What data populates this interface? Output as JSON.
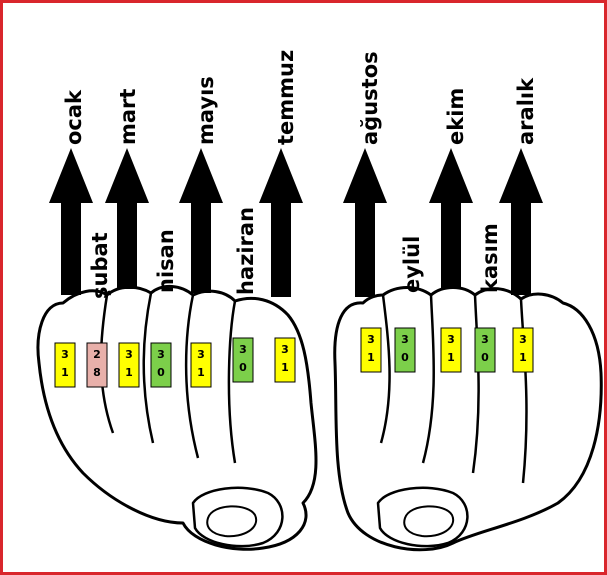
{
  "colors": {
    "border": "#d9262c",
    "days_31": "#ffff00",
    "days_30": "#7ccf4a",
    "days_28": "#e8b0aa",
    "arrow": "#000000",
    "fist_fill": "#ffffff",
    "fist_stroke": "#000000"
  },
  "months": [
    {
      "name": "ocak",
      "days_text": [
        "3",
        "1"
      ],
      "days": 31,
      "knuckle": true
    },
    {
      "name": "şubat",
      "days_text": [
        "2",
        "8"
      ],
      "days": 28,
      "knuckle": false
    },
    {
      "name": "mart",
      "days_text": [
        "3",
        "1"
      ],
      "days": 31,
      "knuckle": true
    },
    {
      "name": "nisan",
      "days_text": [
        "3",
        "0"
      ],
      "days": 30,
      "knuckle": false
    },
    {
      "name": "mayıs",
      "days_text": [
        "3",
        "1"
      ],
      "days": 31,
      "knuckle": true
    },
    {
      "name": "haziran",
      "days_text": [
        "3",
        "0"
      ],
      "days": 30,
      "knuckle": false
    },
    {
      "name": "temmuz",
      "days_text": [
        "3",
        "1"
      ],
      "days": 31,
      "knuckle": true
    },
    {
      "name": "ağustos",
      "days_text": [
        "3",
        "1"
      ],
      "days": 31,
      "knuckle": true
    },
    {
      "name": "eylül",
      "days_text": [
        "3",
        "0"
      ],
      "days": 30,
      "knuckle": false
    },
    {
      "name": "ekim",
      "days_text": [
        "3",
        "1"
      ],
      "days": 31,
      "knuckle": true
    },
    {
      "name": "kasım",
      "days_text": [
        "3",
        "0"
      ],
      "days": 30,
      "knuckle": false
    },
    {
      "name": "aralık",
      "days_text": [
        "3",
        "1"
      ],
      "days": 31,
      "knuckle": true
    }
  ]
}
